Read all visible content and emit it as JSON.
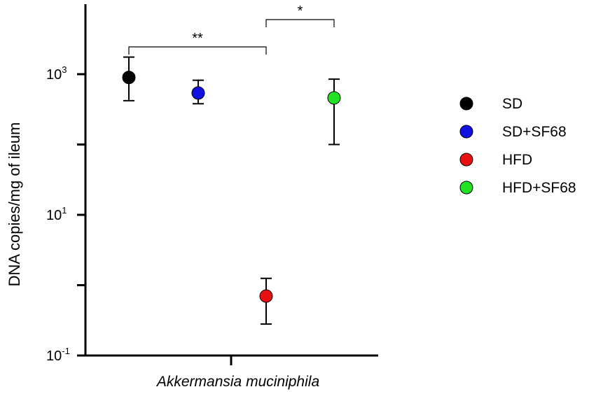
{
  "chart_data": {
    "type": "scatter",
    "ylabel": "DNA copies/mg of ileum",
    "category": "Akkermansia muciniphila",
    "yscale": "log",
    "ylim": [
      0.1,
      10000
    ],
    "yticks": [
      {
        "base": "10",
        "exp": "3",
        "value": 1000
      },
      {
        "base": "10",
        "exp": "1",
        "value": 10
      },
      {
        "base": "10",
        "exp": "-1",
        "value": 0.1
      }
    ],
    "grid": false,
    "legend_position": "right",
    "series": [
      {
        "name": "SD",
        "color": "#000000",
        "value": 900,
        "err_low": 420,
        "err_high": 1750
      },
      {
        "name": "SD+SF68",
        "color": "#1010e0",
        "value": 540,
        "err_low": 380,
        "err_high": 820
      },
      {
        "name": "HFD",
        "color": "#e81010",
        "value": 0.7,
        "err_low": 0.28,
        "err_high": 1.25
      },
      {
        "name": "HFD+SF68",
        "color": "#22e022",
        "value": 460,
        "err_low": 100,
        "err_high": 850
      }
    ],
    "significance": [
      {
        "from": 0,
        "to": 2,
        "label": "**"
      },
      {
        "from": 2,
        "to": 3,
        "label": "*"
      }
    ]
  }
}
